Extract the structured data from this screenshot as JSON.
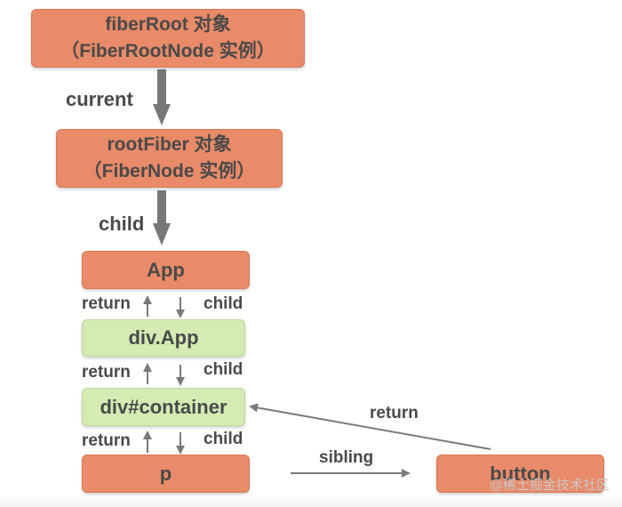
{
  "nodes": {
    "fiber_root": {
      "line1": "fiberRoot 对象",
      "line2": "（FiberRootNode 实例）"
    },
    "root_fiber": {
      "line1": "rootFiber 对象",
      "line2": "（FiberNode 实例）"
    },
    "app": "App",
    "div_app": "div.App",
    "div_container": "div#container",
    "p": "p",
    "button": "button"
  },
  "edge_labels": {
    "current": "current",
    "child_root": "child",
    "return_1": "return",
    "child_1": "child",
    "return_2": "return",
    "child_2": "child",
    "return_3": "return",
    "child_3": "child",
    "sibling": "sibling",
    "button_return": "return"
  },
  "watermark": "@稀土掘金技术社区",
  "colors": {
    "orange_node": "#e98a68",
    "green_node": "#d4ebb4",
    "thick_arrow": "#777777",
    "thin_arrow": "#7a7a7a",
    "text": "#4a4a4a"
  }
}
